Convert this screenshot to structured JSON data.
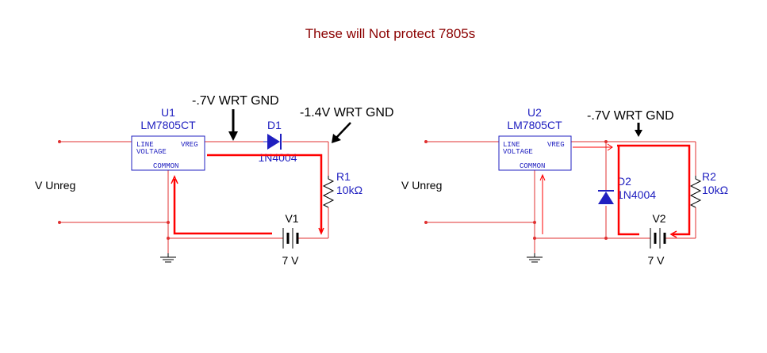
{
  "title": "These will Not protect 7805s",
  "colors": {
    "title": "#8B0000",
    "wire": "#e03030",
    "current_path": "#ff0000",
    "component_blue": "#2020c0",
    "black": "#000000"
  },
  "left_circuit": {
    "regulator_ref": "U1",
    "regulator_part": "LM7805CT",
    "pin_line": "LINE",
    "pin_voltage": "VOLTAGE",
    "pin_vreg": "VREG",
    "pin_common": "COMMON",
    "input_label": "V Unreg",
    "diode_ref": "D1",
    "diode_part": "1N4004",
    "resistor_ref": "R1",
    "resistor_value": "10kΩ",
    "battery_ref": "V1",
    "battery_value": "7 V",
    "annotation_1": "-.7V WRT GND",
    "annotation_2": "-1.4V WRT GND"
  },
  "right_circuit": {
    "regulator_ref": "U2",
    "regulator_part": "LM7805CT",
    "pin_line": "LINE",
    "pin_voltage": "VOLTAGE",
    "pin_vreg": "VREG",
    "pin_common": "COMMON",
    "input_label": "V Unreg",
    "diode_ref": "D2",
    "diode_part": "1N4004",
    "resistor_ref": "R2",
    "resistor_value": "10kΩ",
    "battery_ref": "V2",
    "battery_value": "7 V",
    "annotation_1": "-.7V WRT GND"
  }
}
